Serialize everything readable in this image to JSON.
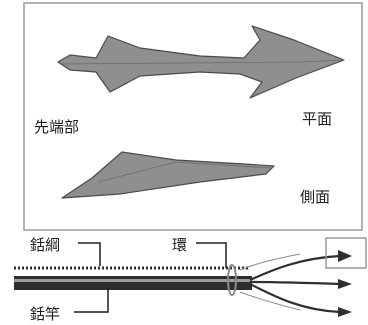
{
  "labels": {
    "tip": "先端部",
    "top_view": "平面",
    "side_view": "側面",
    "cord": "銛綱",
    "ring": "環",
    "shaft": "銛竿"
  },
  "colors": {
    "frame": "#9a9a9a",
    "head_fill": "#8f8f8f",
    "head_stroke": "#4a4a4a",
    "shaft_dark": "#2e2e2e",
    "shaft_light": "#9c9c9c",
    "ink": "#1e1e1e"
  }
}
